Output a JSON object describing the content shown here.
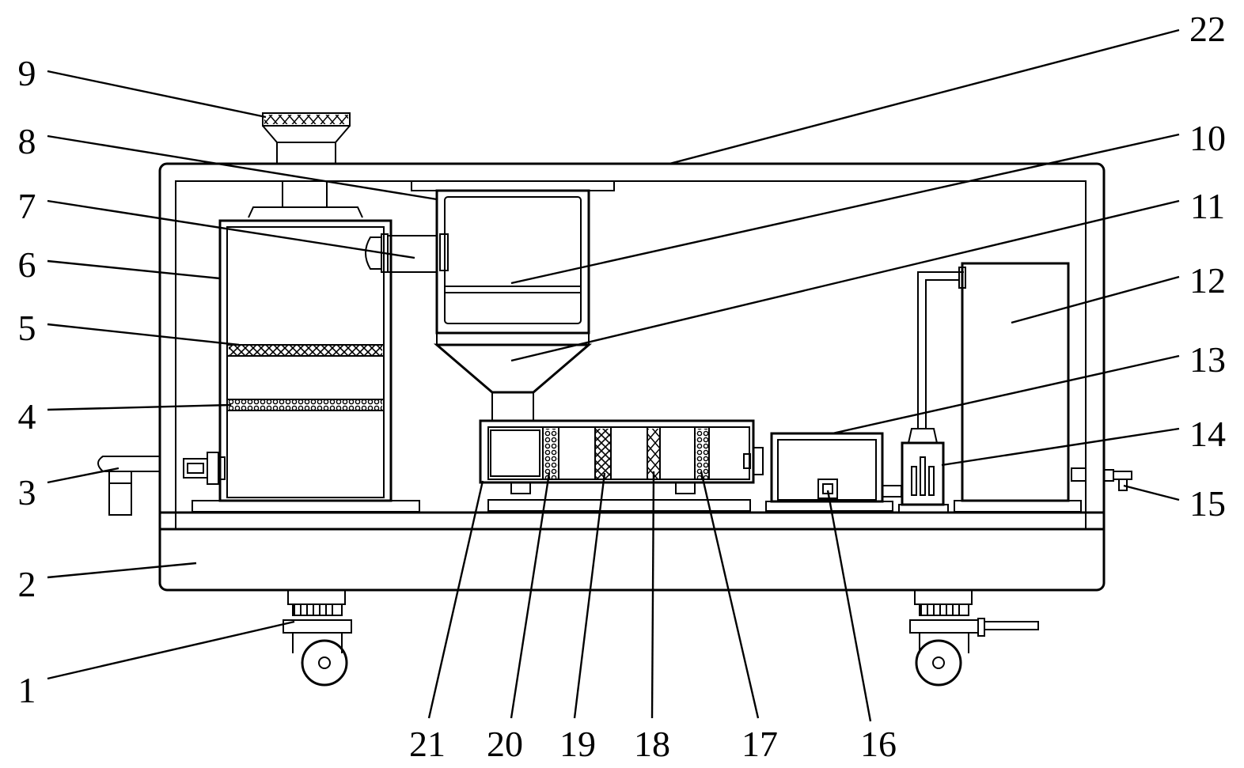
{
  "diagram": {
    "labels": [
      "1",
      "2",
      "3",
      "4",
      "5",
      "6",
      "7",
      "8",
      "9",
      "10",
      "11",
      "12",
      "13",
      "14",
      "15",
      "16",
      "17",
      "18",
      "19",
      "20",
      "21",
      "22"
    ]
  }
}
